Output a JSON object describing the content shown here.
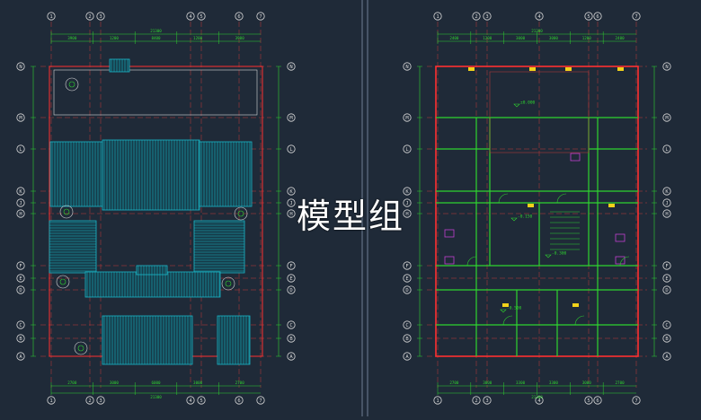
{
  "watermark": "模型组",
  "colors": {
    "background": "#1f2a38",
    "axis": "#d8d8d8",
    "grid": "#c23a3a",
    "wall": "#ff3030",
    "roof": "#1ab8c8",
    "plan": "#2fd42f",
    "dim": "#2fd42f",
    "accent_yellow": "#f2d21a",
    "accent_magenta": "#c040d0"
  },
  "left_plan": {
    "top_axes": [
      "1",
      "2",
      "3",
      "4",
      "5",
      "6",
      "7"
    ],
    "bottom_axes": [
      "1",
      "2",
      "3",
      "4",
      "5",
      "6",
      "7"
    ],
    "side_axes_top_to_bottom": [
      "N",
      "M",
      "L",
      "K",
      "J",
      "H",
      "F",
      "E",
      "D",
      "C",
      "B",
      "A"
    ],
    "top_dims": [
      "3900",
      "1200",
      "8400",
      "1200",
      "3900"
    ],
    "top_total": "21300",
    "bottom_dims": [
      "2700",
      "3000",
      "6000",
      "3000",
      "2700"
    ],
    "bottom_total": "21300"
  },
  "right_plan": {
    "top_axes": [
      "1",
      "2",
      "3",
      "4",
      "5",
      "6",
      "7"
    ],
    "bottom_axes": [
      "1",
      "2",
      "3",
      "4",
      "5",
      "6",
      "7"
    ],
    "side_axes_top_to_bottom": [
      "N",
      "M",
      "L",
      "K",
      "J",
      "H",
      "F",
      "E",
      "D",
      "C",
      "B",
      "A"
    ],
    "top_dims": [
      "2400",
      "1200",
      "3000",
      "3000",
      "1200",
      "2400"
    ],
    "top_total": "21300",
    "bottom_dims": [
      "2700",
      "3000",
      "3300",
      "3300",
      "3000",
      "2700"
    ],
    "bottom_total": "21300",
    "level_marks": [
      "±0.000",
      "-0.150",
      "-0.300",
      "-0.500"
    ]
  }
}
